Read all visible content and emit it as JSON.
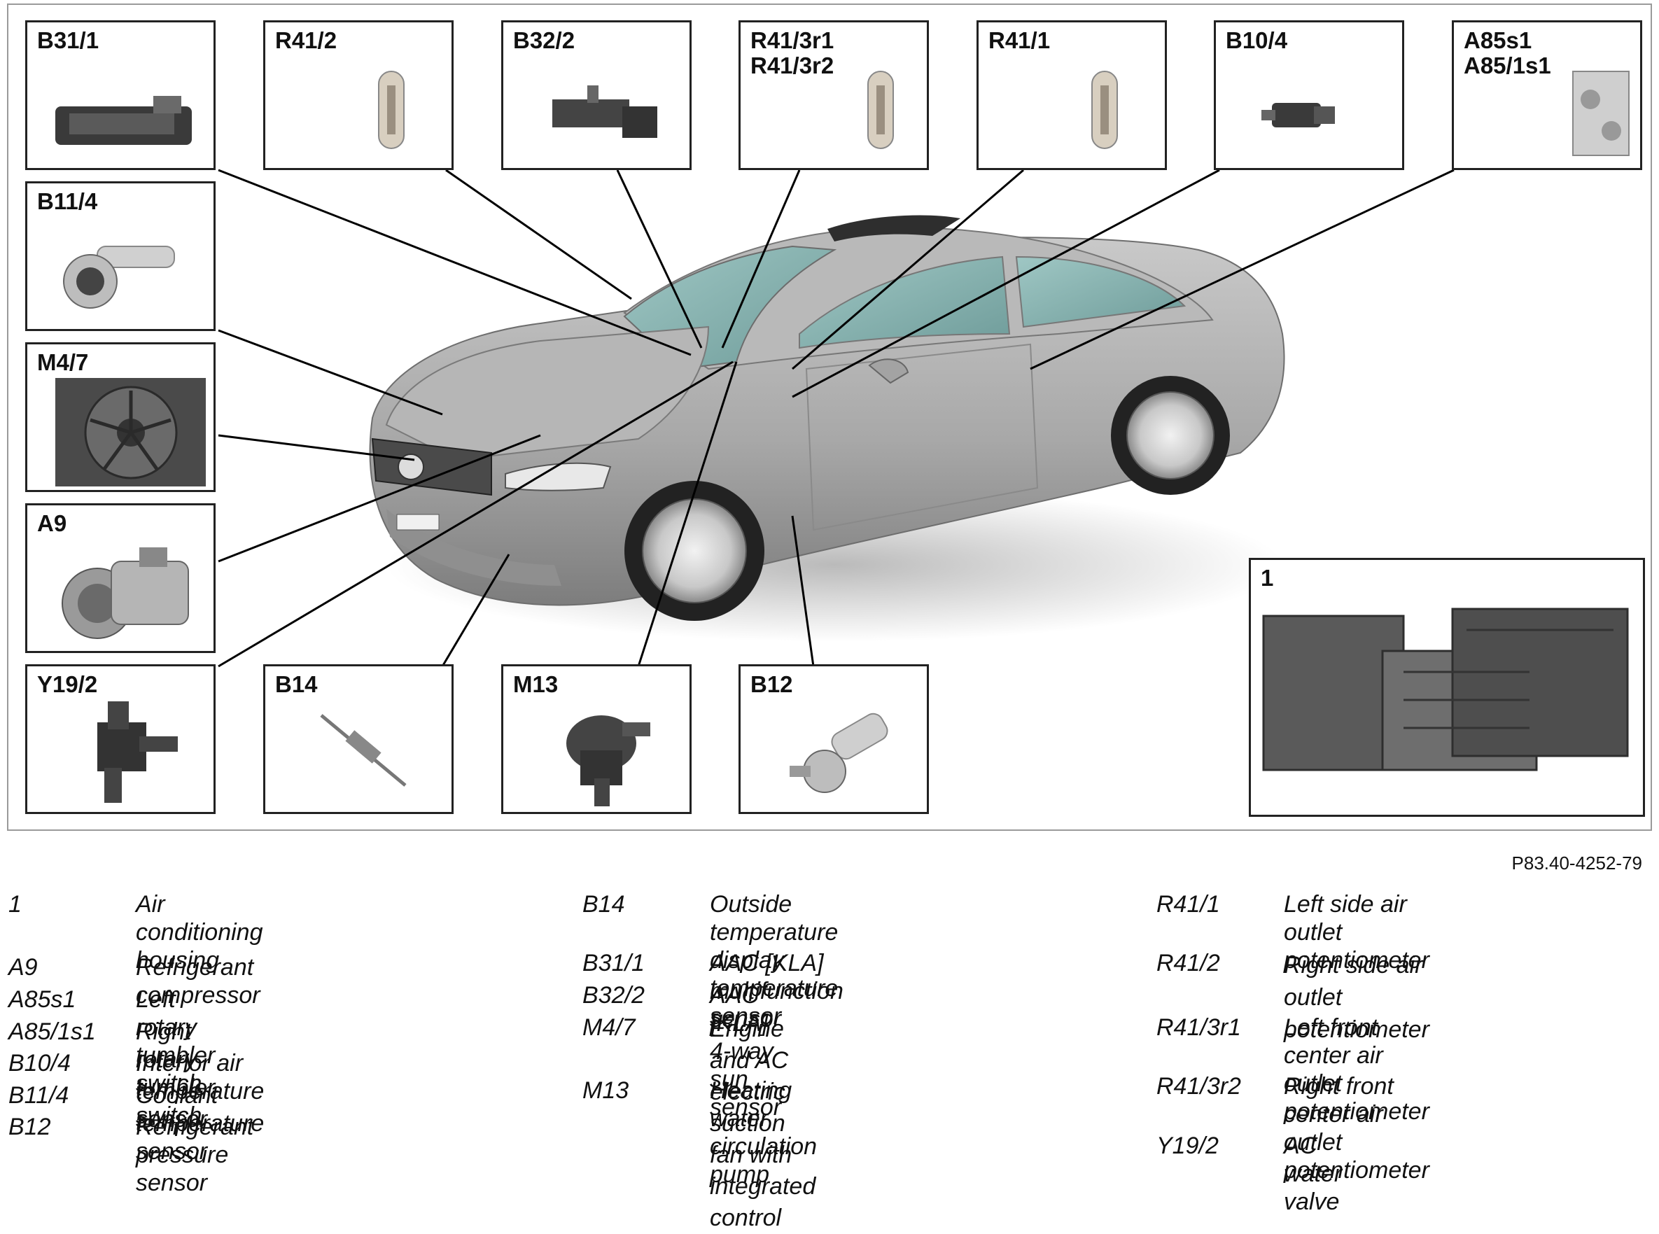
{
  "callouts": {
    "b31_1": "B31/1",
    "r41_2": "R41/2",
    "b32_2": "B32/2",
    "r41_3": "R41/3r1\nR41/3r2",
    "r41_1": "R41/1",
    "b10_4": "B10/4",
    "a85": "A85s1\nA85/1s1",
    "b11_4": "B11/4",
    "m4_7": "M4/7",
    "a9": "A9",
    "y19_2": "Y19/2",
    "b14": "B14",
    "m13": "M13",
    "b12": "B12",
    "housing": "1"
  },
  "figure_id": "P83.40-4252-79",
  "legend": {
    "col1": [
      {
        "code": "1",
        "desc": "Air conditioning housing"
      },
      {
        "code": "A9",
        "desc": "Refrigerant compressor"
      },
      {
        "code": "A85s1",
        "desc": "Left rotary tumbler switch"
      },
      {
        "code": "A85/1s1",
        "desc": "Right rotary tumbler switch"
      },
      {
        "code": "B10/4",
        "desc": "Interior air temperature sensor"
      },
      {
        "code": "B11/4",
        "desc": "Coolant temperature sensor"
      },
      {
        "code": "B12",
        "desc": "Refrigerant pressure sensor"
      }
    ],
    "col2": [
      {
        "code": "B14",
        "desc": "Outside temperature display\ntemperature sensor"
      },
      {
        "code": "B31/1",
        "desc": "AAC [KLA] multifunction sensor"
      },
      {
        "code": "B32/2",
        "desc": "AAC [KLA] 4-way sun sensor"
      },
      {
        "code": "M4/7",
        "desc": "Engine and AC electric suction\nfan with integrated control"
      },
      {
        "code": "M13",
        "desc": "Heating water circulation pump"
      }
    ],
    "col3": [
      {
        "code": "R41/1",
        "desc": "Left side air outlet\npotentiometer"
      },
      {
        "code": "R41/2",
        "desc": "Right side air outlet\npotentiometer"
      },
      {
        "code": "R41/3r1",
        "desc": "Left front center air outlet\npotentiometer"
      },
      {
        "code": "R41/3r2",
        "desc": "Right front center air outlet\npotentiometer"
      },
      {
        "code": "Y19/2",
        "desc": "AC water valve"
      }
    ]
  }
}
